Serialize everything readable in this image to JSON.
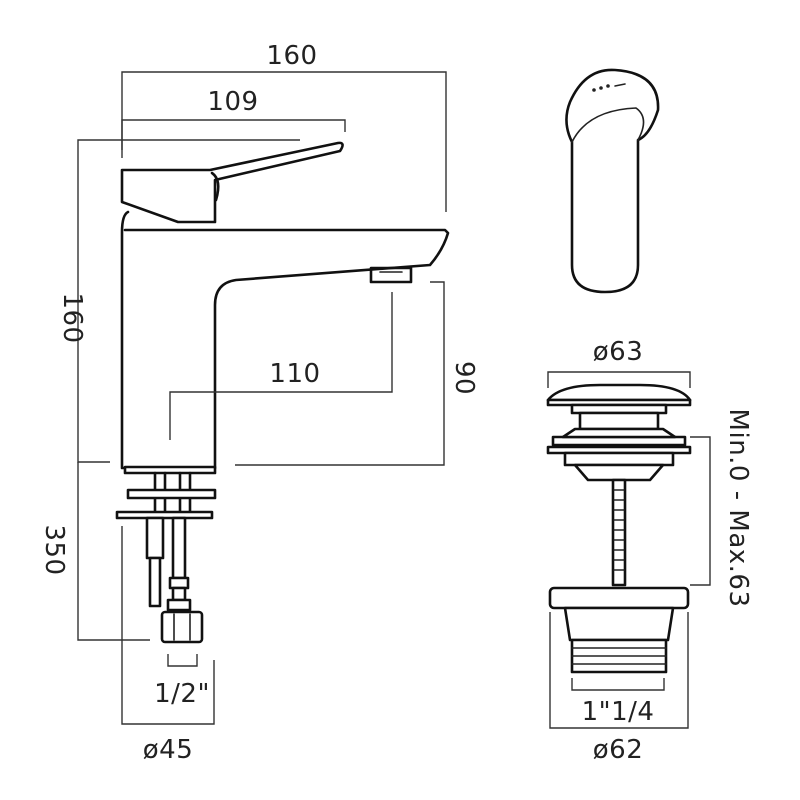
{
  "dimensions": {
    "total_width": "160",
    "lever_length": "109",
    "total_height": "160",
    "spout_reach": "110",
    "spout_height": "90",
    "below_deck_length": "350",
    "connection_size": "1/2\"",
    "base_diameter": "ø45",
    "waste_top_diameter": "ø63",
    "waste_adjustment": "Min.0 - Max.63",
    "waste_thread": "1\"1/4",
    "waste_bottom_diameter": "ø62"
  }
}
